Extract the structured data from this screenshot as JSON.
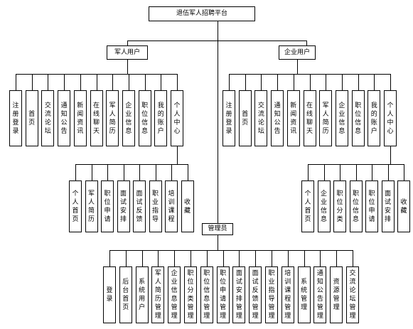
{
  "root": "退伍军人招聘平台",
  "soldier": {
    "label": "军人用户",
    "items": [
      "注册登录",
      "首页",
      "交流论坛",
      "通知公告",
      "新闻资讯",
      "在线聊天",
      "军人简历",
      "企业信息",
      "职位信息",
      "我的账户",
      "个人中心"
    ],
    "center_items": [
      "个人首页",
      "军人简历",
      "职位申请",
      "面试安排",
      "面试反馈",
      "职业指导",
      "培训课程",
      "收藏"
    ]
  },
  "enterprise": {
    "label": "企业用户",
    "items": [
      "注册登录",
      "首页",
      "交流论坛",
      "通知公告",
      "新闻资讯",
      "在线聊天",
      "军人简历",
      "企业信息",
      "职位信息",
      "我的账户",
      "个人中心"
    ],
    "center_items": [
      "个人首页",
      "企业信息",
      "职位分类",
      "职位信息",
      "职位申请",
      "面试安排",
      "收藏"
    ]
  },
  "admin": {
    "label": "管理员",
    "items": [
      "登录",
      "后台首页",
      "系统用户",
      "军人简历管理",
      "企业信息管理",
      "职位分类管理",
      "职位信息管理",
      "职位申请管理",
      "面试安排管理",
      "面试反馈管理",
      "职业指导管理",
      "培训课程管理",
      "系统管理",
      "通知公告管理",
      "资源管理",
      "交流论坛管理"
    ]
  }
}
